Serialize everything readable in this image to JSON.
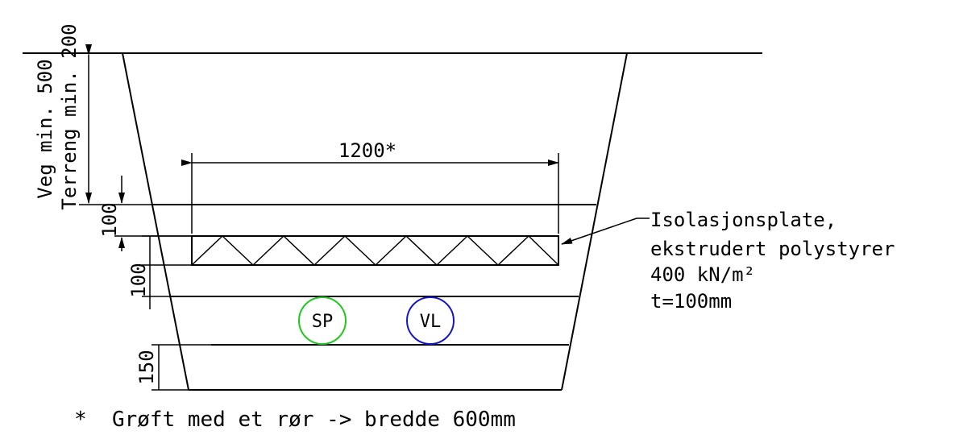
{
  "dimensions": {
    "width_label": "1200*",
    "veg_label": "Veg min. 500",
    "terreng_label": "Terreng min. 200",
    "layer_top_label": "100",
    "plate_label": "100",
    "bottom_label": "150"
  },
  "callout": {
    "line1": "Isolasjonsplate,",
    "line2": "ekstrudert polystyrer",
    "line3": "400 kN/m²",
    "line4": "t=100mm"
  },
  "pipes": [
    {
      "label": "SP",
      "color": "#1ec81e"
    },
    {
      "label": "VL",
      "color": "#1414c8"
    }
  ],
  "footnote": "*  Grøft med et rør -> bredde 600mm"
}
